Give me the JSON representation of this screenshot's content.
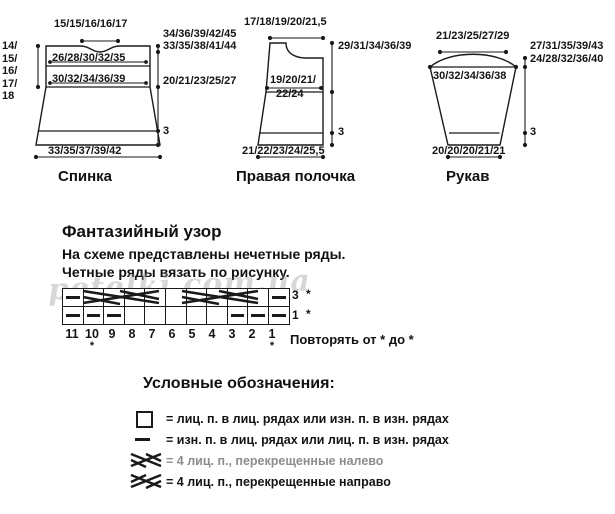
{
  "schematics": [
    {
      "id": "back",
      "name": "Спинка",
      "caption": "Спинка",
      "top_width_label": "15/15/16/16/17",
      "left_label": "14/\n15/\n16/\n17/\n18",
      "inner_upper_label": "26/28/30/32/35",
      "inner_lower_label": "30/32/34/36/39",
      "right_label_top_a": "34/36/39/42/45",
      "right_label_top_b": "33/35/38/41/44",
      "right_label_mid": "20/21/23/25/27",
      "right_label_hem": "3",
      "bottom_label": "33/35/37/39/42"
    },
    {
      "id": "right-front",
      "name": "Правая полочка",
      "caption": "Правая полочка",
      "top_width_label": "17/18/19/20/21,5",
      "inner_label_a": "19/20/21/",
      "inner_label_b": "22/24",
      "right_label_mid": "29/31/34/36/39",
      "right_label_hem": "3",
      "bottom_label": "21/22/23/24/25,5"
    },
    {
      "id": "sleeve",
      "name": "Рукав",
      "caption": "Рукав",
      "top_width_label": "21/23/25/27/29",
      "inner_label": "30/32/34/36/38",
      "right_label_top_a": "27/31/35/39/43",
      "right_label_top_b": "24/28/32/36/40",
      "right_label_hem": "3",
      "bottom_label": "20/20/20/21/21"
    }
  ],
  "pattern_section": {
    "heading": "Фантазийный узор",
    "note_line1": "На схеме представлены нечетные ряды.",
    "note_line2": "Четные ряды вязать по рисунку.",
    "repeat_note": "Повторять от * до *",
    "row_labels": [
      "3",
      "1"
    ],
    "row_stars": [
      "*",
      "*"
    ],
    "column_numbers": [
      "11",
      "10",
      "9",
      "8",
      "7",
      "6",
      "5",
      "4",
      "3",
      "2",
      "1"
    ],
    "column_star_positions": [
      "10",
      "1"
    ],
    "column_star_glyph": "*"
  },
  "chart_data": {
    "type": "table",
    "title": "Фантазийный узор",
    "columns": [
      "11",
      "10",
      "9",
      "8",
      "7",
      "6",
      "5",
      "4",
      "3",
      "2",
      "1"
    ],
    "rows": [
      {
        "label": "3",
        "cells": [
          "purl",
          "cross-left",
          "cross-left",
          "cross-left",
          "cross-left",
          "knit",
          "cross-left",
          "cross-left",
          "cross-left",
          "cross-left",
          "purl"
        ]
      },
      {
        "label": "1",
        "cells": [
          "purl",
          "purl",
          "purl",
          "knit",
          "knit",
          "knit",
          "knit",
          "knit",
          "purl",
          "purl",
          "purl"
        ]
      }
    ],
    "legend_position": "below",
    "grid": true
  },
  "legend": {
    "heading": "Условные обозначения:",
    "items": [
      {
        "symbol": "empty-box",
        "equals": "=",
        "text": "= лиц. п. в лиц. рядах или изн. п. в изн. рядах",
        "faded": false
      },
      {
        "symbol": "dash",
        "equals": "=",
        "text": "= изн. п. в лиц. рядах или лиц. п. в изн. рядах",
        "faded": false
      },
      {
        "symbol": "cross-left",
        "equals": "=",
        "text": "= 4 лиц. п., перекрещенные налево",
        "faded": true
      },
      {
        "symbol": "cross-right",
        "equals": "=",
        "text": "= 4 лиц. п., перекрещенные направо",
        "faded": false
      }
    ]
  },
  "watermark": {
    "text": "petelki.com.ua"
  },
  "colors": {
    "ink": "#141414",
    "line": "#1a1a1a",
    "background": "#ffffff",
    "watermark": "#969696",
    "faded_text": "#8d8d8d"
  }
}
